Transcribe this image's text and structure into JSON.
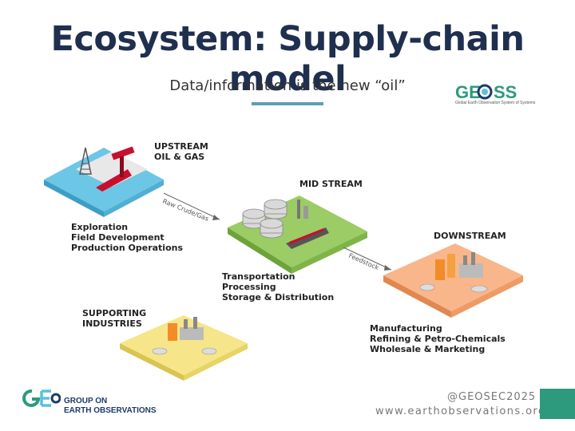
{
  "title": "Ecosystem: Supply-chain model",
  "subtitle": "Data/information is the new “oil”",
  "logos": {
    "geoss_text_left": "GE",
    "geoss_text_right": "SS",
    "geoss_sub": "Global Earth Observation System of Systems",
    "geo_line1": "GROUP ON",
    "geo_line2": "EARTH OBSERVATIONS"
  },
  "diagram": {
    "upstream": {
      "line1": "UPSTREAM",
      "line2": "OIL & GAS"
    },
    "upstream_items": [
      "Exploration",
      "Field Development",
      "Production Operations"
    ],
    "midstream": {
      "line1": "MID STREAM"
    },
    "midstream_items": [
      "Transportation",
      "Processing",
      "Storage & Distribution"
    ],
    "downstream": {
      "line1": "DOWNSTREAM"
    },
    "downstream_items": [
      "Manufacturing",
      "Refining & Petro-Chemicals",
      "Wholesale & Marketing"
    ],
    "supporting": {
      "line1": "SUPPORTING",
      "line2": "INDUSTRIES"
    },
    "arrow1_label": "Raw Crude/Gas",
    "arrow2_label": "Feedstock",
    "colors": {
      "upstream": "#5bc0de",
      "midstream": "#8cc63f",
      "downstream": "#f7a26b",
      "supporting": "#f5e27a"
    }
  },
  "footer": {
    "handle": "@GEOSEC2025",
    "url": "www.earthobservations.org"
  }
}
